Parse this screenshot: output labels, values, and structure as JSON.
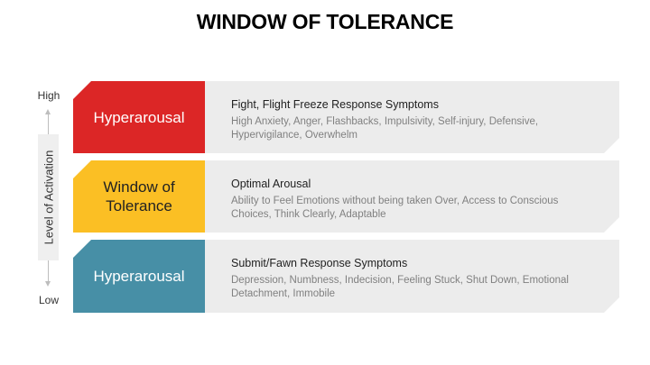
{
  "title": "WINDOW OF TOLERANCE",
  "axis": {
    "high_label": "High",
    "low_label": "Low",
    "label": "Level of Activation",
    "line_color": "#bdbdbd"
  },
  "rows": [
    {
      "label": "Hyperarousal",
      "color": "#dc2626",
      "text_color": "#ffffff",
      "heading": "Fight, Flight Freeze Response Symptoms",
      "description": "High Anxiety, Anger, Flashbacks, Impulsivity, Self-injury, Defensive, Hypervigilance, Overwhelm"
    },
    {
      "label": "Window of Tolerance",
      "color": "#fbbf24",
      "text_color": "#222222",
      "heading": "Optimal Arousal",
      "description": "Ability to Feel Emotions without being taken Over, Access to Conscious Choices, Think Clearly, Adaptable"
    },
    {
      "label": "Hyperarousal",
      "color": "#478fa6",
      "text_color": "#ffffff",
      "heading": "Submit/Fawn Response Symptoms",
      "description": "Depression, Numbness, Indecision, Feeling Stuck, Shut Down, Emotional Detachment, Immobile"
    }
  ]
}
